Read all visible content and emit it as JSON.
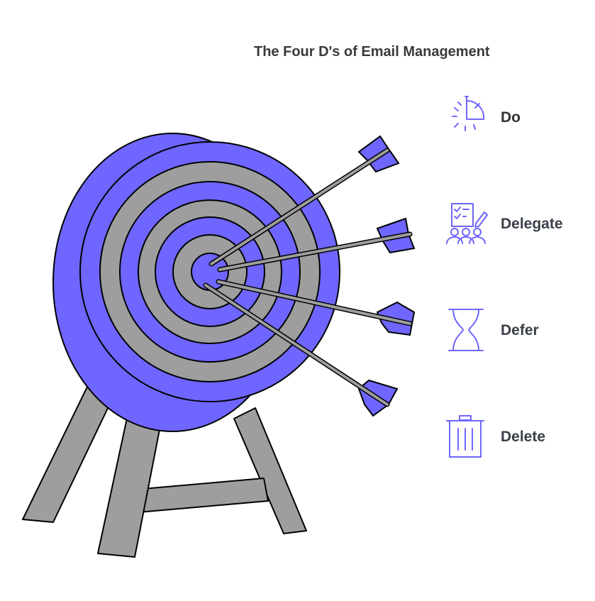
{
  "title": "The Four D's of Email Management",
  "items": [
    {
      "label": "Do",
      "icon": "stopwatch-icon"
    },
    {
      "label": "Delegate",
      "icon": "team-tasks-icon"
    },
    {
      "label": "Defer",
      "icon": "hourglass-icon"
    },
    {
      "label": "Delete",
      "icon": "trash-icon"
    }
  ],
  "colors": {
    "accent": "#6e66fe",
    "ring_gray": "#9e9e9e",
    "outline": "#000000"
  }
}
